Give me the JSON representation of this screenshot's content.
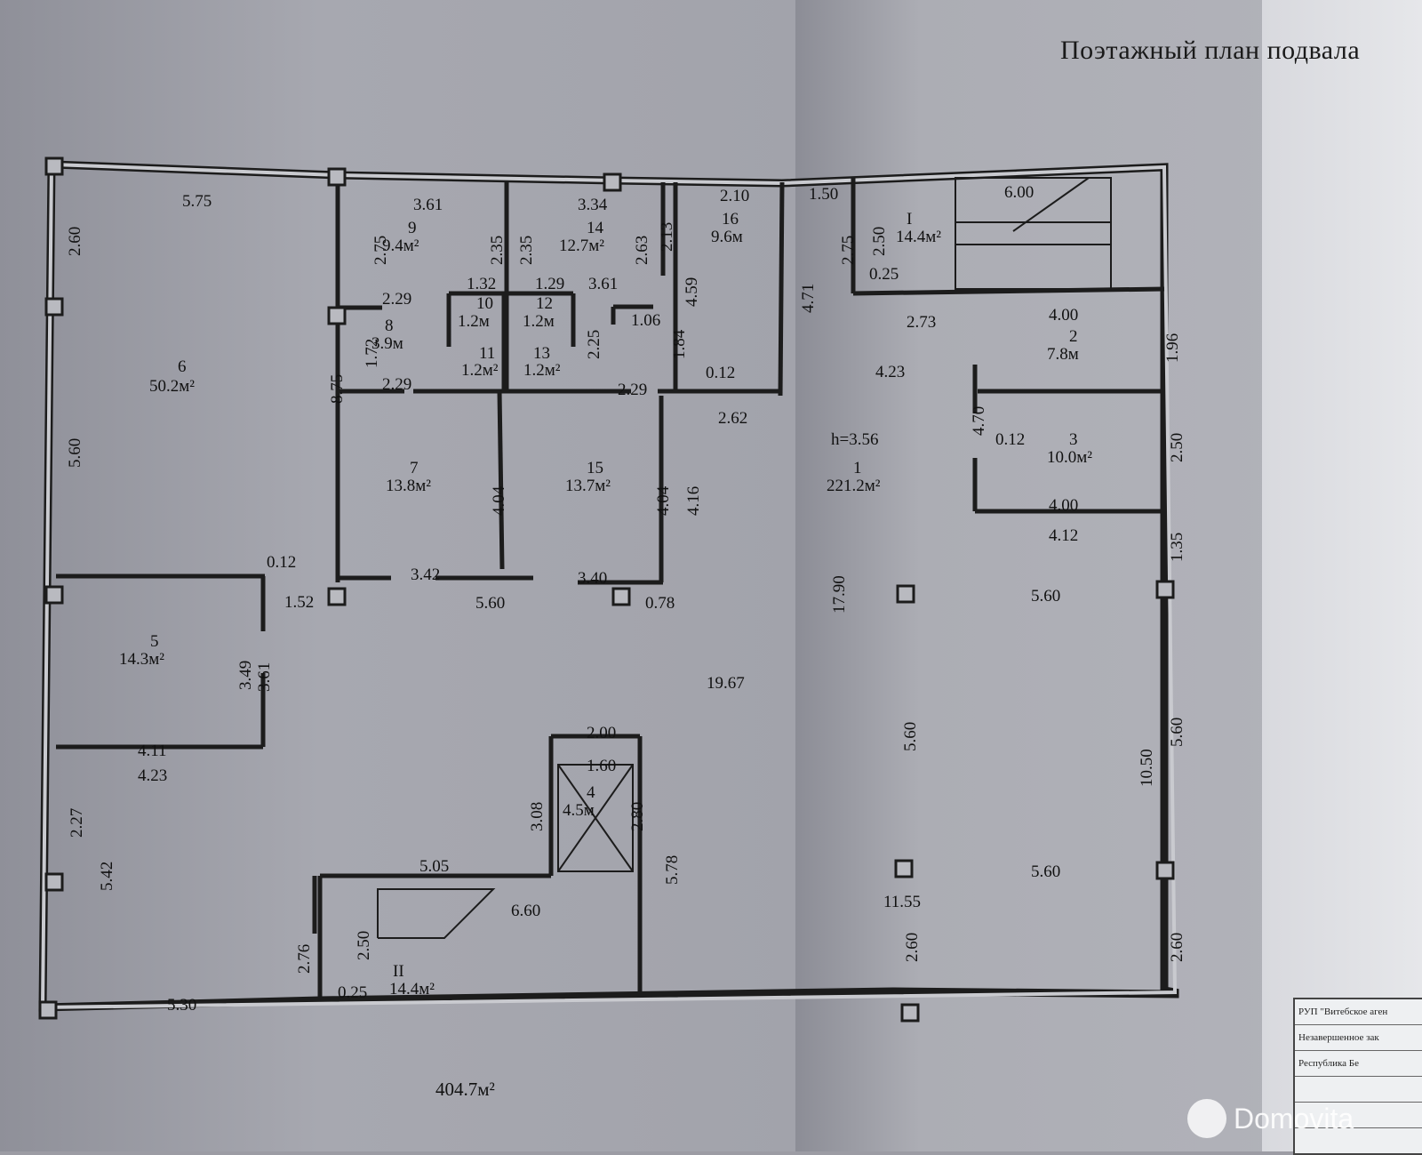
{
  "title": "Поэтажный план подвала",
  "total_area": "404.7м²",
  "rooms": [
    {
      "num": "6",
      "area": "50.2м²"
    },
    {
      "num": "9",
      "area": "9.4м²"
    },
    {
      "num": "14",
      "area": "12.7м²"
    },
    {
      "num": "16",
      "area": "9.6м"
    },
    {
      "num": "I",
      "area": "14.4м²"
    },
    {
      "num": "8",
      "area": "3.9м"
    },
    {
      "num": "10",
      "area": "1.2м"
    },
    {
      "num": "12",
      "area": "1.2м"
    },
    {
      "num": "11",
      "area": "1.2м²"
    },
    {
      "num": "13",
      "area": "1.2м²"
    },
    {
      "num": "2",
      "area": "7.8м"
    },
    {
      "num": "3",
      "area": "10.0м²"
    },
    {
      "num": "7",
      "area": "13.8м²"
    },
    {
      "num": "15",
      "area": "13.7м²"
    },
    {
      "num": "1",
      "area": "221.2м²"
    },
    {
      "num": "5",
      "area": "14.3м²"
    },
    {
      "num": "4",
      "area": "4.5м"
    },
    {
      "num": "II",
      "area": "14.4м²"
    }
  ],
  "ceiling_height": "h=3.56",
  "dimensions": [
    "5.75",
    "2.60",
    "3.61",
    "2.75",
    "2.35",
    "2.35",
    "3.34",
    "2.63",
    "2.13",
    "2.10",
    "1.50",
    "2.75",
    "2.50",
    "6.00",
    "1.32",
    "1.29",
    "3.61",
    "2.29",
    "1.06",
    "4.59",
    "4.71",
    "0.25",
    "2.73",
    "4.00",
    "1.72",
    "2.25",
    "1.84",
    "1.96",
    "2.29",
    "2.29",
    "0.12",
    "8.75",
    "4.23",
    "2.62",
    "4.70",
    "0.12",
    "2.50",
    "5.60",
    "4.04",
    "4.04",
    "4.16",
    "4.00",
    "4.12",
    "0.12",
    "3.42",
    "3.40",
    "1.35",
    "1.52",
    "5.60",
    "0.78",
    "17.90",
    "5.60",
    "3.49",
    "3.61",
    "19.67",
    "2.00",
    "4.11",
    "4.23",
    "1.60",
    "5.60",
    "5.60",
    "10.50",
    "3.08",
    "2.80",
    "2.27",
    "5.05",
    "5.78",
    "5.60",
    "5.42",
    "6.60",
    "11.55",
    "2.76",
    "2.50",
    "2.60",
    "2.60",
    "5.30",
    "0.25"
  ],
  "stamp_lines": [
    "РУП \"Витебское аген",
    "Незавершенное зак",
    "Республика Бе",
    "",
    ""
  ],
  "watermark": "Domovita"
}
